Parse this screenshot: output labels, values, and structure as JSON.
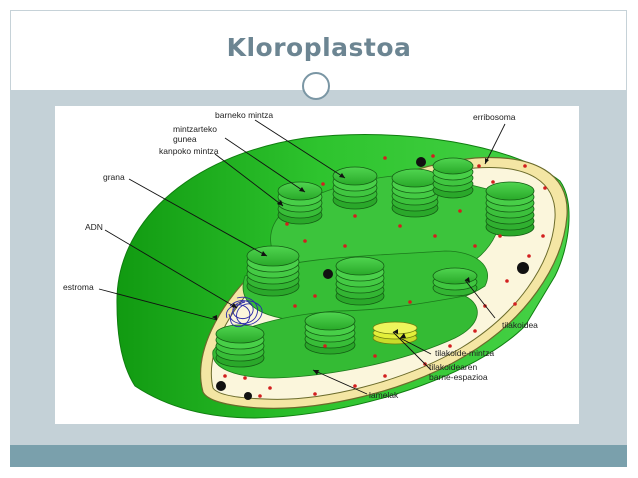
{
  "slide": {
    "title": "Kloroplastoa"
  },
  "labels": {
    "barneko_mintza": "barneko mintza",
    "mintzarteko_1": "mintzarteko",
    "mintzarteko_2": "gunea",
    "kanpoko_mintza": "kanpoko mintza",
    "grana": "grana",
    "adn": "ADN",
    "estroma": "estroma",
    "erribosoma": "erribosoma",
    "tilakoidea": "tilakoidea",
    "tilakoide_mintza": "tilakoide-mintza",
    "tilakoidearen_1": "tilakoidearen",
    "tilakoidearen_2": "barne-espazioa",
    "lamelak": "lamelak"
  },
  "colors": {
    "frame": "#c4d1d7",
    "bottom_bar": "#7aa0ac",
    "title": "#6c8592",
    "outer_green": "#2fc12f",
    "membrane": "#f4e6a4",
    "stroma": "#fbf6dc",
    "thylakoid": "#3ec63e",
    "thylakoid_dark": "#1f8a1f",
    "ribosome": "#d21f1f",
    "lumen_highlight": "#e3ef3a"
  }
}
